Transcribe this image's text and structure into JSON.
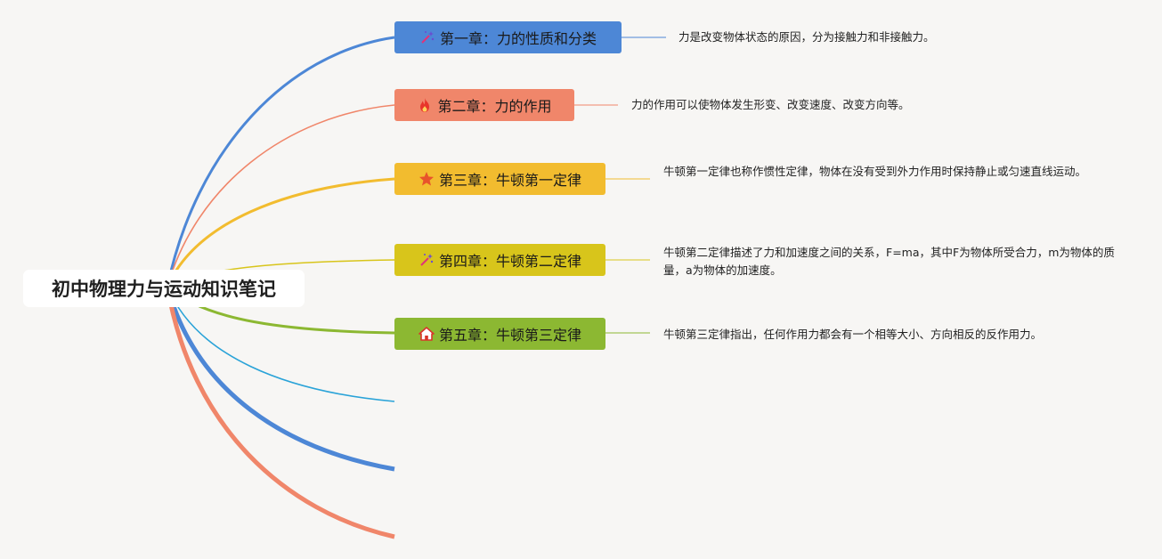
{
  "root": {
    "title": "初中物理力与运动知识笔记"
  },
  "branches": [
    {
      "label": "第一章：力的性质和分类",
      "note": "力是改变物体状态的原因，分为接触力和非接触力。",
      "color": "#4d87d6",
      "icon": "sparkle-wand-icon"
    },
    {
      "label": "第二章：力的作用",
      "note": "力的作用可以使物体发生形变、改变速度、改变方向等。",
      "color": "#f0866a",
      "icon": "fire-icon"
    },
    {
      "label": "第三章：牛顿第一定律",
      "note": "牛顿第一定律也称作惯性定律，物体在没有受到外力作用时保持静止或匀速直线运动。",
      "color": "#f2bc2f",
      "icon": "star-icon"
    },
    {
      "label": "第四章：牛顿第二定律",
      "note": "牛顿第二定律描述了力和加速度之间的关系，F=ma，其中F为物体所受合力，m为物体的质量，a为物体的加速度。",
      "color": "#d8c51b",
      "icon": "sparkle-wand-icon"
    },
    {
      "label": "第五章：牛顿第三定律",
      "note": "牛顿第三定律指出，任何作用力都会有一个相等大小、方向相反的反作用力。",
      "color": "#8cb832",
      "icon": "home-icon"
    }
  ],
  "empty_branches": [
    {
      "color": "#2aa3d8"
    },
    {
      "color": "#4d87d6"
    },
    {
      "color": "#f0866a"
    }
  ]
}
